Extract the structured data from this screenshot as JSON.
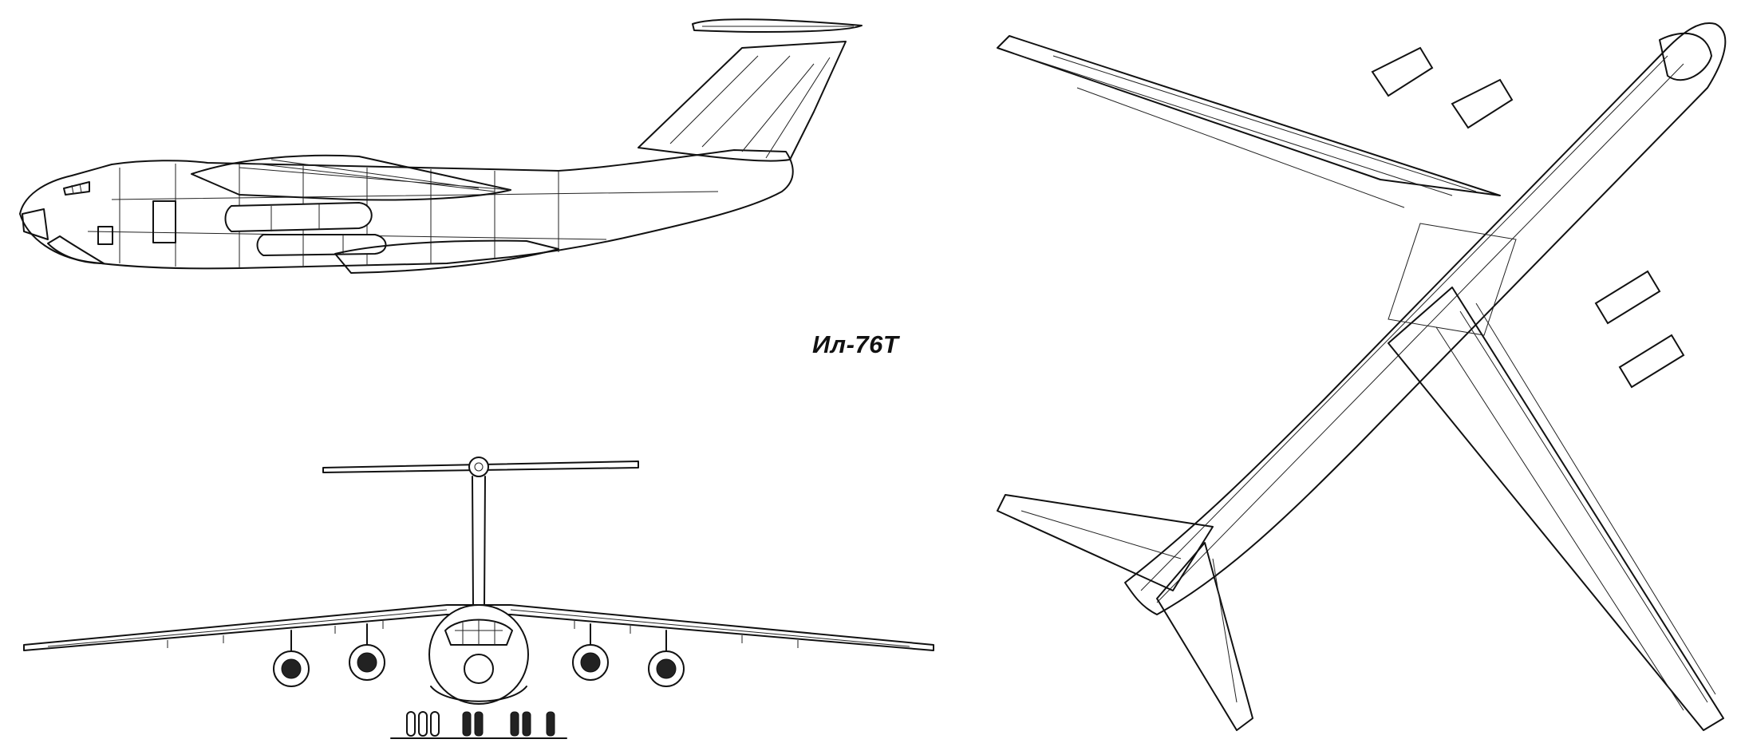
{
  "drawing": {
    "designation": "Ил-76Т",
    "views": [
      "side-view",
      "front-view",
      "top-view"
    ],
    "line_color": "#111111",
    "background_color": "#ffffff"
  }
}
